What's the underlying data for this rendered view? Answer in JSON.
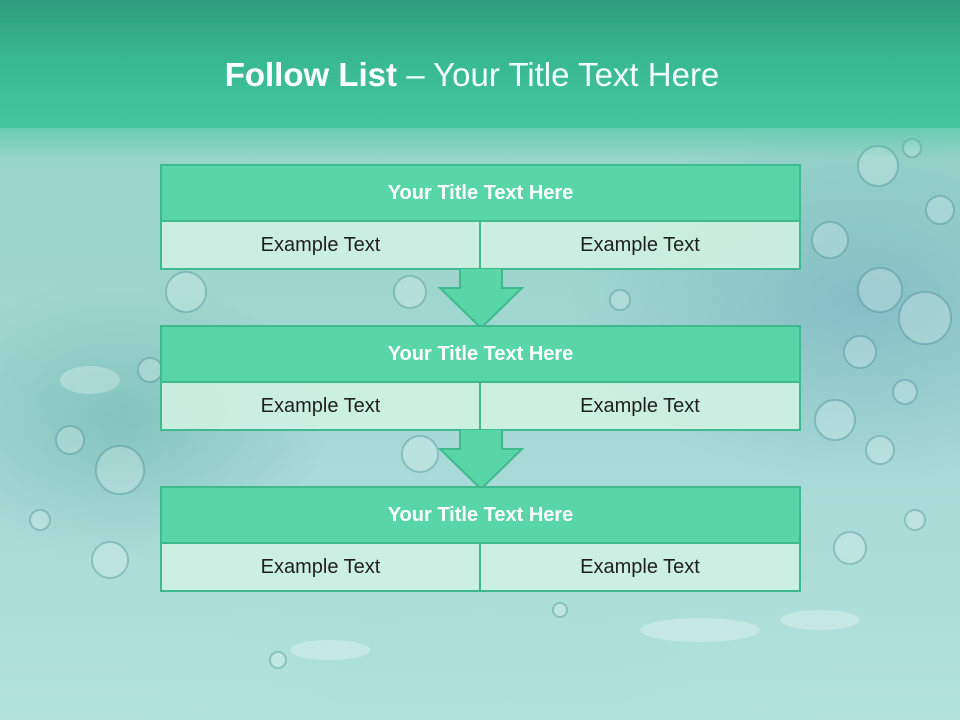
{
  "slide": {
    "title_bold": "Follow List",
    "title_rest": " – Your Title Text Here"
  },
  "blocks": [
    {
      "title": "Your Title Text Here",
      "left": "Example Text",
      "right": "Example Text"
    },
    {
      "title": "Your Title Text Here",
      "left": "Example Text",
      "right": "Example Text"
    },
    {
      "title": "Your Title Text Here",
      "left": "Example Text",
      "right": "Example Text"
    }
  ],
  "colors": {
    "header": "#38b88f",
    "box_title": "#58d6a8",
    "box_border": "#3fba8e",
    "cell_fill": "#cdf0e2",
    "arrow": "#58d6a8"
  },
  "icons": [
    "down-arrow-icon"
  ]
}
